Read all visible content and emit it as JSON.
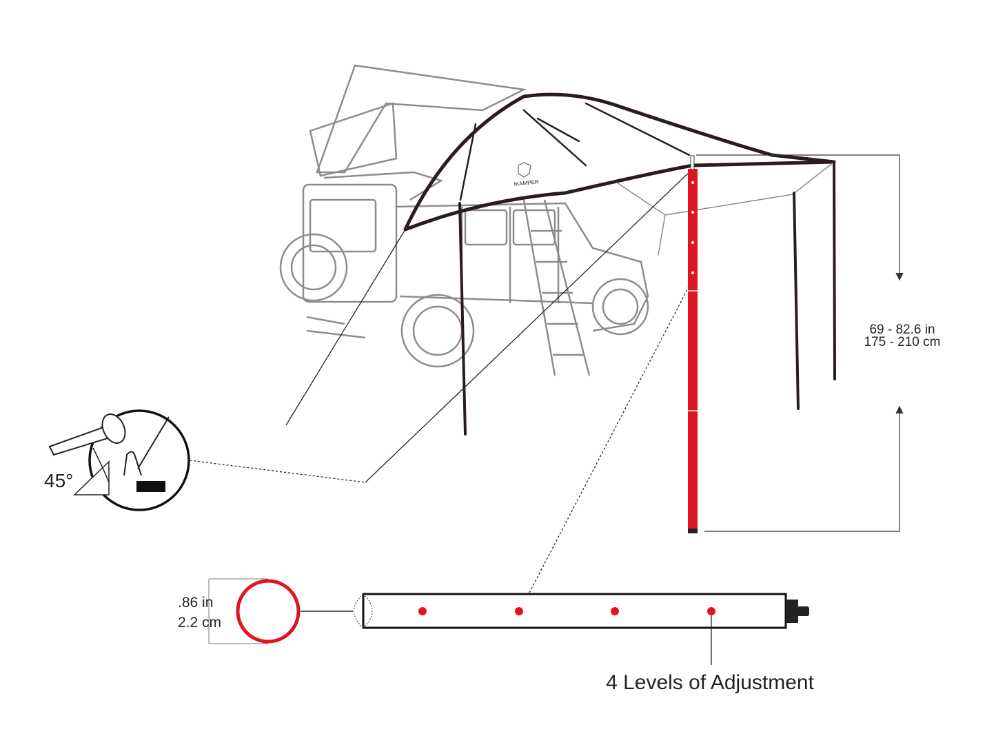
{
  "logo": {
    "brand": "IKAMPER"
  },
  "height_dimension": {
    "line1": "69 - 82.6 in",
    "line2": "175 - 210 cm"
  },
  "angle_label": "45°",
  "diameter": {
    "line1": ".86 in",
    "line2": "2.2 cm"
  },
  "adjustment_label": "4 Levels of Adjustment",
  "colors": {
    "accent": "#e0141e",
    "frame": "#2a1c1c",
    "vehicle": "#8c8c8c"
  }
}
